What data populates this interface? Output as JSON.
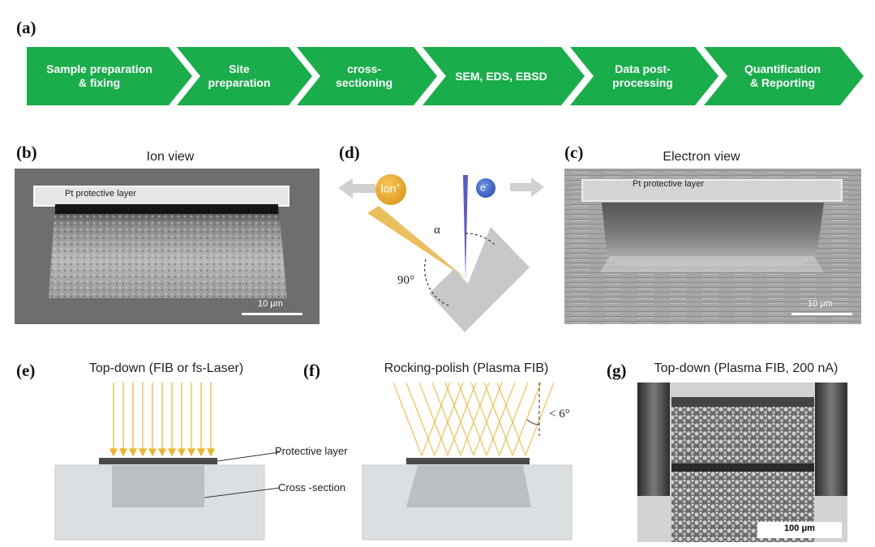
{
  "panel_labels": {
    "a": "(a)",
    "b": "(b)",
    "c": "(c)",
    "d": "(d)",
    "e": "(e)",
    "f": "(f)",
    "g": "(g)"
  },
  "workflow": {
    "color": "#1aad4b",
    "steps": [
      {
        "line1": "Sample preparation",
        "line2": "& fixing"
      },
      {
        "line1": "Site",
        "line2": "preparation"
      },
      {
        "line1": "cross-",
        "line2": "sectioning"
      },
      {
        "line1": "SEM, EDS, EBSD",
        "line2": ""
      },
      {
        "line1": "Data post-",
        "line2": "processing"
      },
      {
        "line1": "Quantification",
        "line2": "& Reporting"
      }
    ]
  },
  "ion_view": {
    "title": "Ion view",
    "layer_label": "Pt protective layer",
    "scale": "10 μm"
  },
  "electron_view": {
    "title": "Electron view",
    "layer_label": "Pt protective layer",
    "scale": "10 μm"
  },
  "geometry_diagram": {
    "ion_label": "Ion",
    "ion_sup": "+",
    "electron_label": "e",
    "electron_sup": "-",
    "alpha": "α",
    "right_angle": "90°",
    "ion_color": "#e0a21a",
    "electron_color": "#2f5fc8"
  },
  "top_down": {
    "title": "Top-down (FIB or fs-Laser)",
    "protective": "Protective layer",
    "cross_section": "Cross -section",
    "beam_color": "#f0b429"
  },
  "rocking_polish": {
    "title": "Rocking-polish (Plasma FIB)",
    "angle": "< 6°"
  },
  "plasma_fib": {
    "title": "Top-down (Plasma FIB, 200 nA)",
    "scale": "100 μm"
  }
}
